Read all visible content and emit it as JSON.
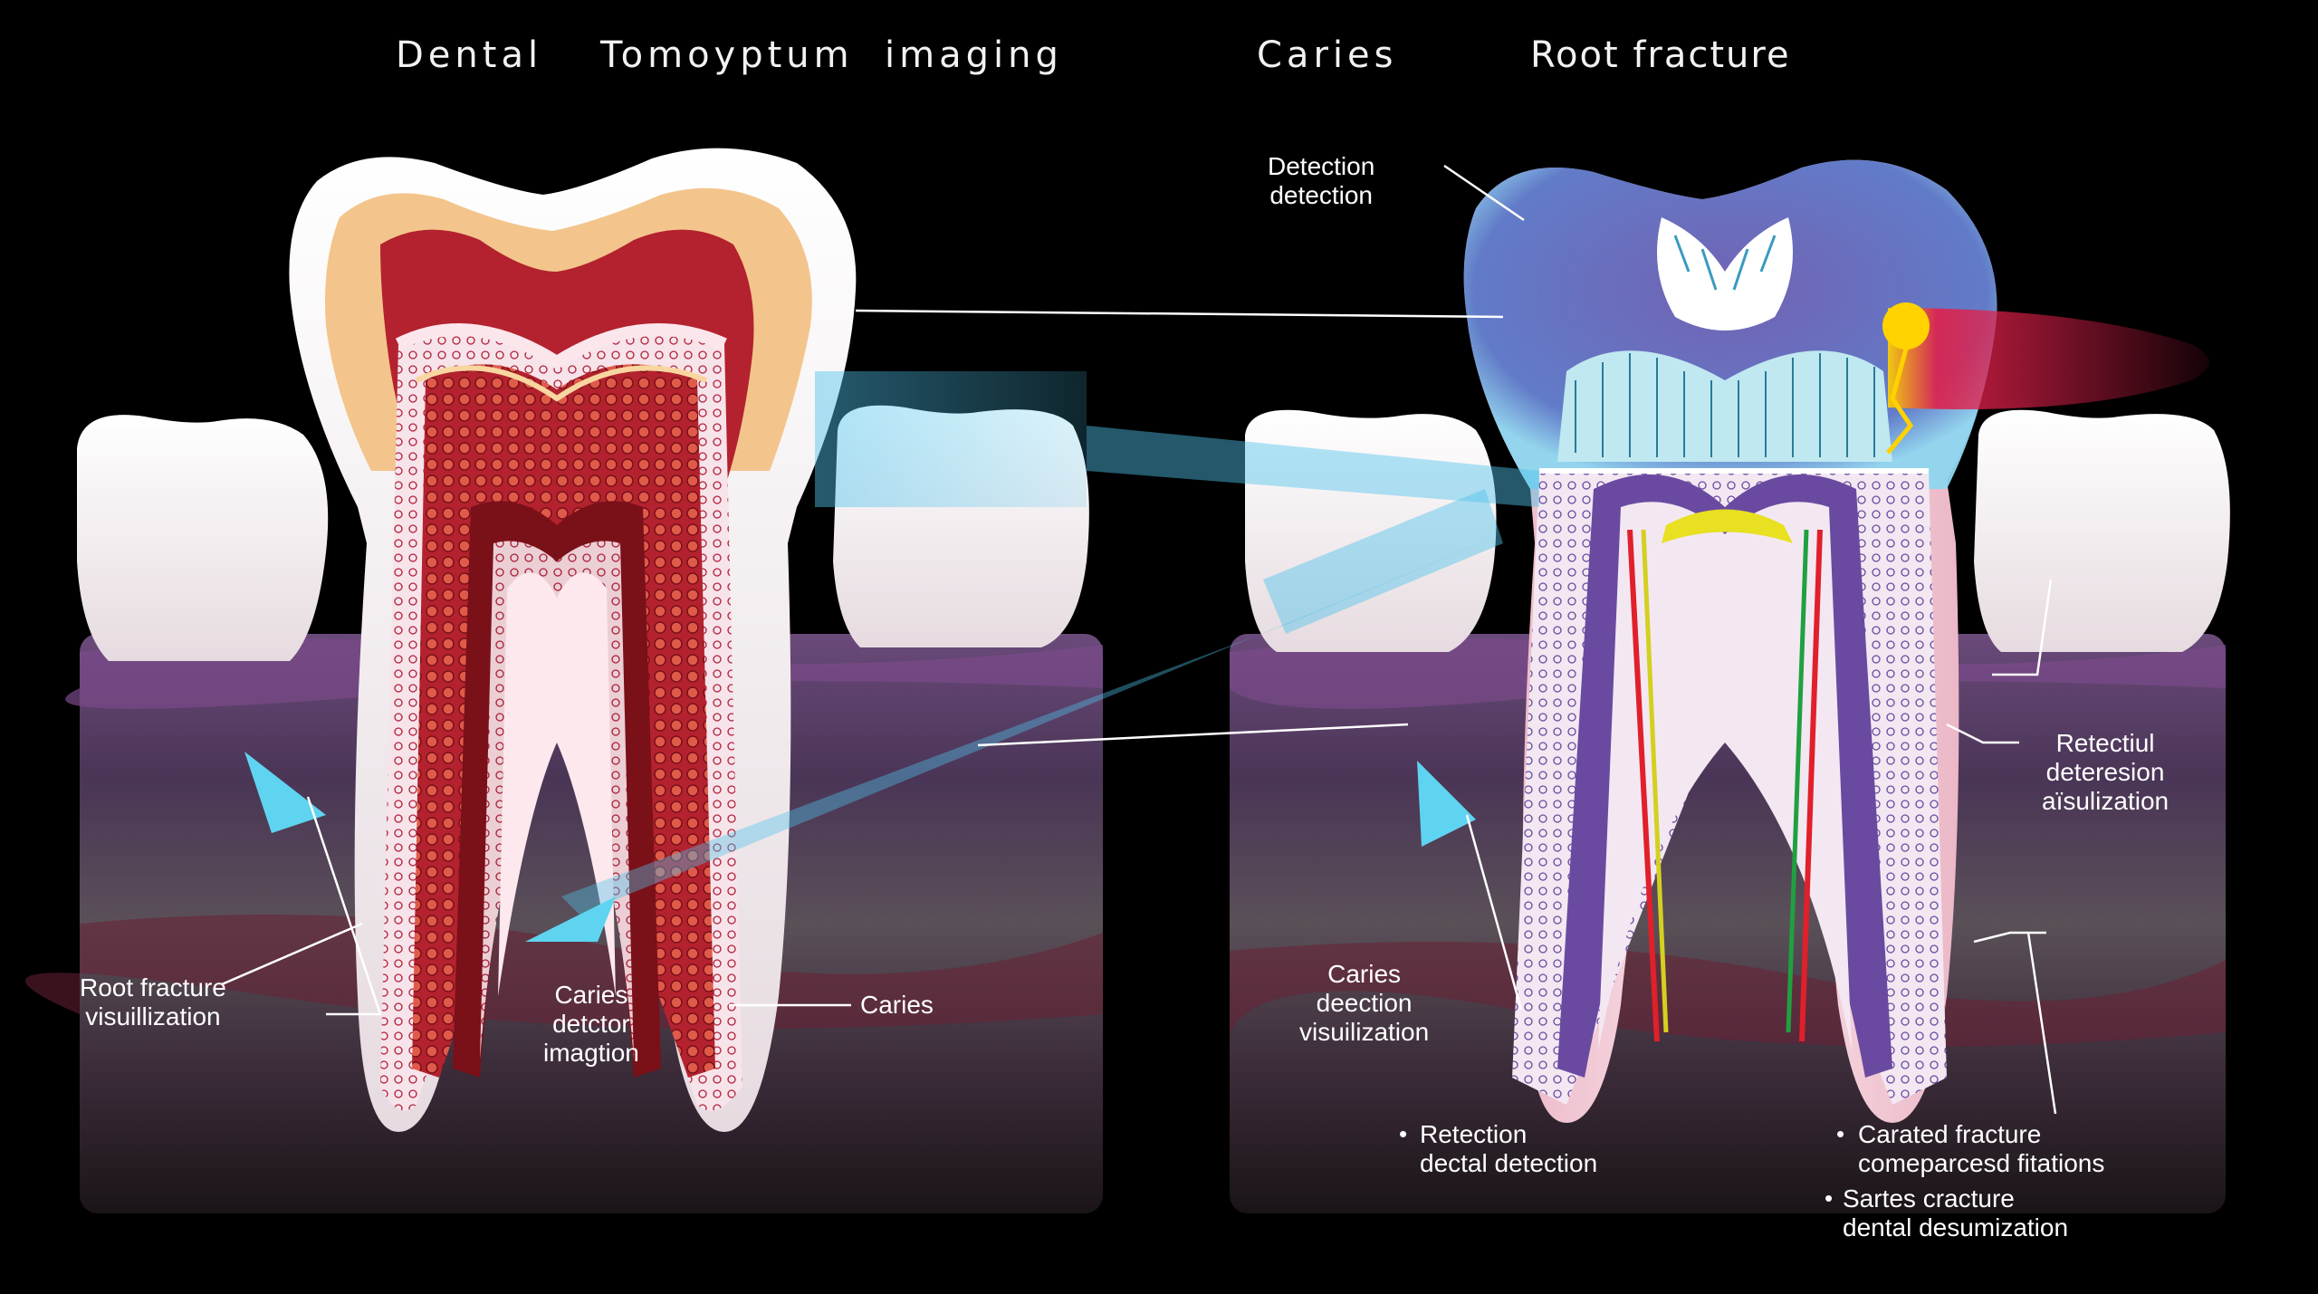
{
  "titles": {
    "left_1": "Dental",
    "left_2": "Tomoyptum",
    "left_3": "imaging",
    "right_1": "Caries",
    "right_2": "Root fracture"
  },
  "labels": {
    "detection": [
      "Detection",
      "detection"
    ],
    "root_fracture_vis": [
      "Root fracture",
      "visuillization"
    ],
    "caries_detector": [
      "Caries",
      "detctor",
      "imagtion"
    ],
    "caries_left": "Caries",
    "retectiul": [
      "Retectiul",
      "deteresion",
      "aїsulization"
    ],
    "caries_detection_vis": [
      "Caries",
      "deection",
      "visuilization"
    ],
    "retection": [
      "Retection",
      "dectal detection"
    ],
    "carated": [
      "Carated fracture",
      "comeparcesd fitations"
    ],
    "sartes": [
      "Sartes cracture",
      "dental desumization"
    ]
  },
  "colors": {
    "background": "#000000",
    "enamel": "#f4eef0",
    "dentin": "#b3222e",
    "pulp": "#ffe0d6",
    "scan_beam": "#58c6e8",
    "gum": "#5a3a6a",
    "bone": "#3a3038",
    "fracture_glow": "#e0204a"
  }
}
